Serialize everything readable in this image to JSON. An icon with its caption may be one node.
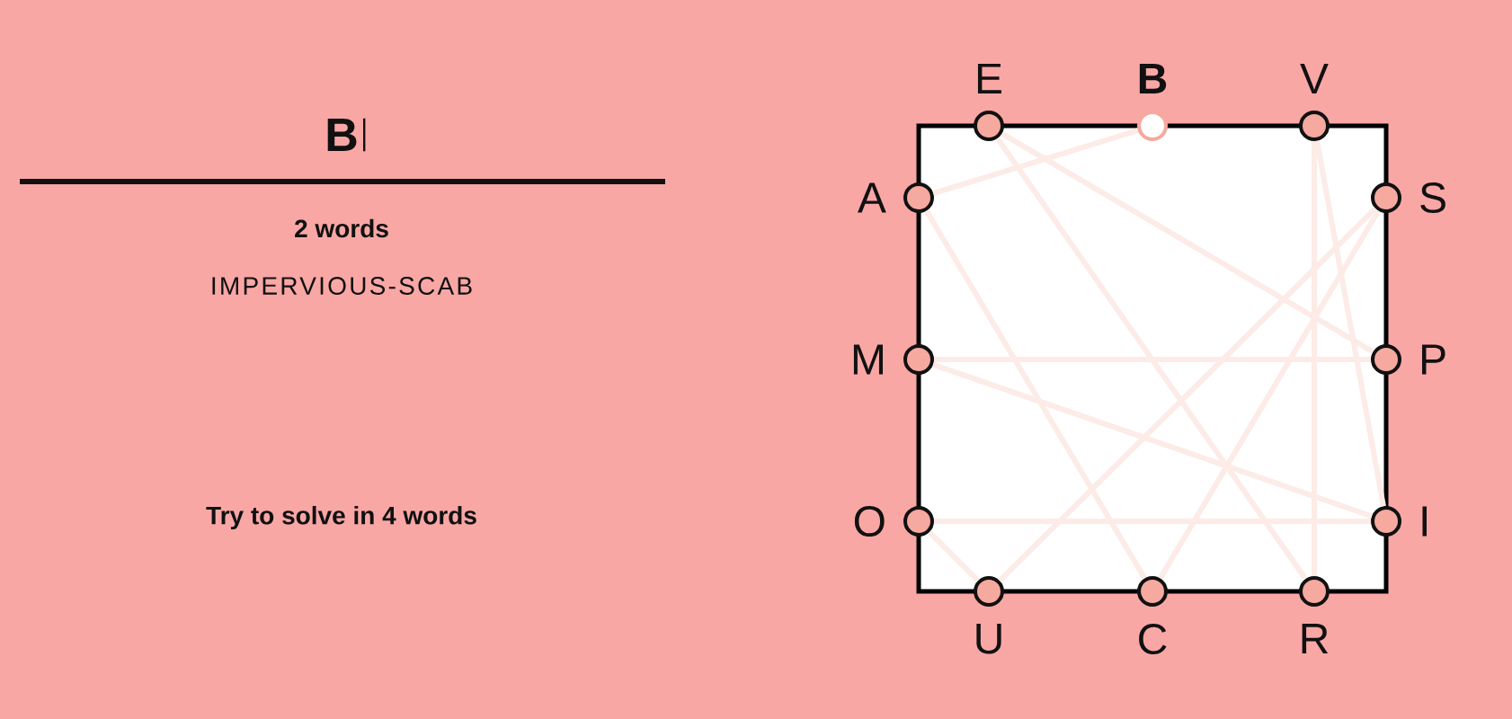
{
  "diagram": {
    "nodes": [
      {
        "text": [
          "E"
        ]
      },
      {
        "text": [
          "B"
        ]
      },
      {
        "text": [
          "V"
        ]
      },
      {
        "text": [
          "A"
        ]
      },
      {
        "text": [
          "S"
        ]
      },
      {
        "text": [
          "M"
        ]
      },
      {
        "text": [
          "P"
        ]
      },
      {
        "text": [
          "O"
        ]
      },
      {
        "text": [
          "I"
        ]
      },
      {
        "text": [
          "U"
        ]
      },
      {
        "text": [
          "C"
        ]
      },
      {
        "text": [
          "R"
        ]
      }
    ],
    "edges": [
      {
        "from": 8,
        "to": 5,
        "arrow": "none"
      },
      {
        "from": 5,
        "to": 6,
        "arrow": "none"
      },
      {
        "from": 6,
        "to": 0,
        "arrow": "none"
      },
      {
        "from": 0,
        "to": 11,
        "arrow": "none"
      },
      {
        "from": 11,
        "to": 2,
        "arrow": "none"
      },
      {
        "from": 2,
        "to": 8,
        "arrow": "none"
      },
      {
        "from": 8,
        "to": 7,
        "arrow": "none"
      },
      {
        "from": 7,
        "to": 9,
        "arrow": "none"
      },
      {
        "from": 9,
        "to": 4,
        "arrow": "none"
      },
      {
        "from": 4,
        "to": 10,
        "arrow": "none"
      },
      {
        "from": 10,
        "to": 3,
        "arrow": "none"
      },
      {
        "from": 3,
        "to": 1,
        "arrow": "none"
      }
    ],
    "labels": [
      "B",
      "2 words",
      "IMPERVIOUS-SCAB",
      "Try to solve in 4 words"
    ]
  }
}
